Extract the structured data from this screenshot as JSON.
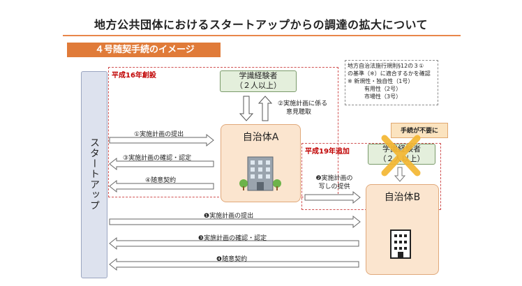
{
  "title": "地方公共団体におけるスタートアップからの調達の拡大について",
  "subtitle": "４号随契手続のイメージ",
  "startup_label": "スタートアップ",
  "era_h16": "平成16年創設",
  "era_h19": "平成19年追加",
  "expert_top": {
    "line1": "学識経験者",
    "line2": "（２人以上）"
  },
  "expert_right": {
    "line1": "学識経験者",
    "line2": "（２人以上）"
  },
  "hearing_label": {
    "line1": "②実施計画に係る",
    "line2": "意見聴取"
  },
  "note": {
    "line1": "地方自治法施行規則§12の３①",
    "line2": "の基準（※）に適合するかを確認",
    "line3": "※ 新規性・独自性（1号）",
    "line4": "有用性（2号）",
    "line5": "市場性（3号）"
  },
  "tag_unnecessary": "手続が不要に",
  "gov_a": "自治体A",
  "gov_b": "自治体B",
  "copy_label": {
    "line1": "❷実施計画の",
    "line2": "写しの提供"
  },
  "flows_a": [
    "①実施計画の提出",
    "③実施計画の確認・認定",
    "④随意契約"
  ],
  "flows_b": [
    "❶実施計画の提出",
    "❸実施計画の確認・認定",
    "❹随意契約"
  ],
  "colors": {
    "accent": "#e07b39",
    "red": "#c00000",
    "cross": "#f4b733"
  }
}
